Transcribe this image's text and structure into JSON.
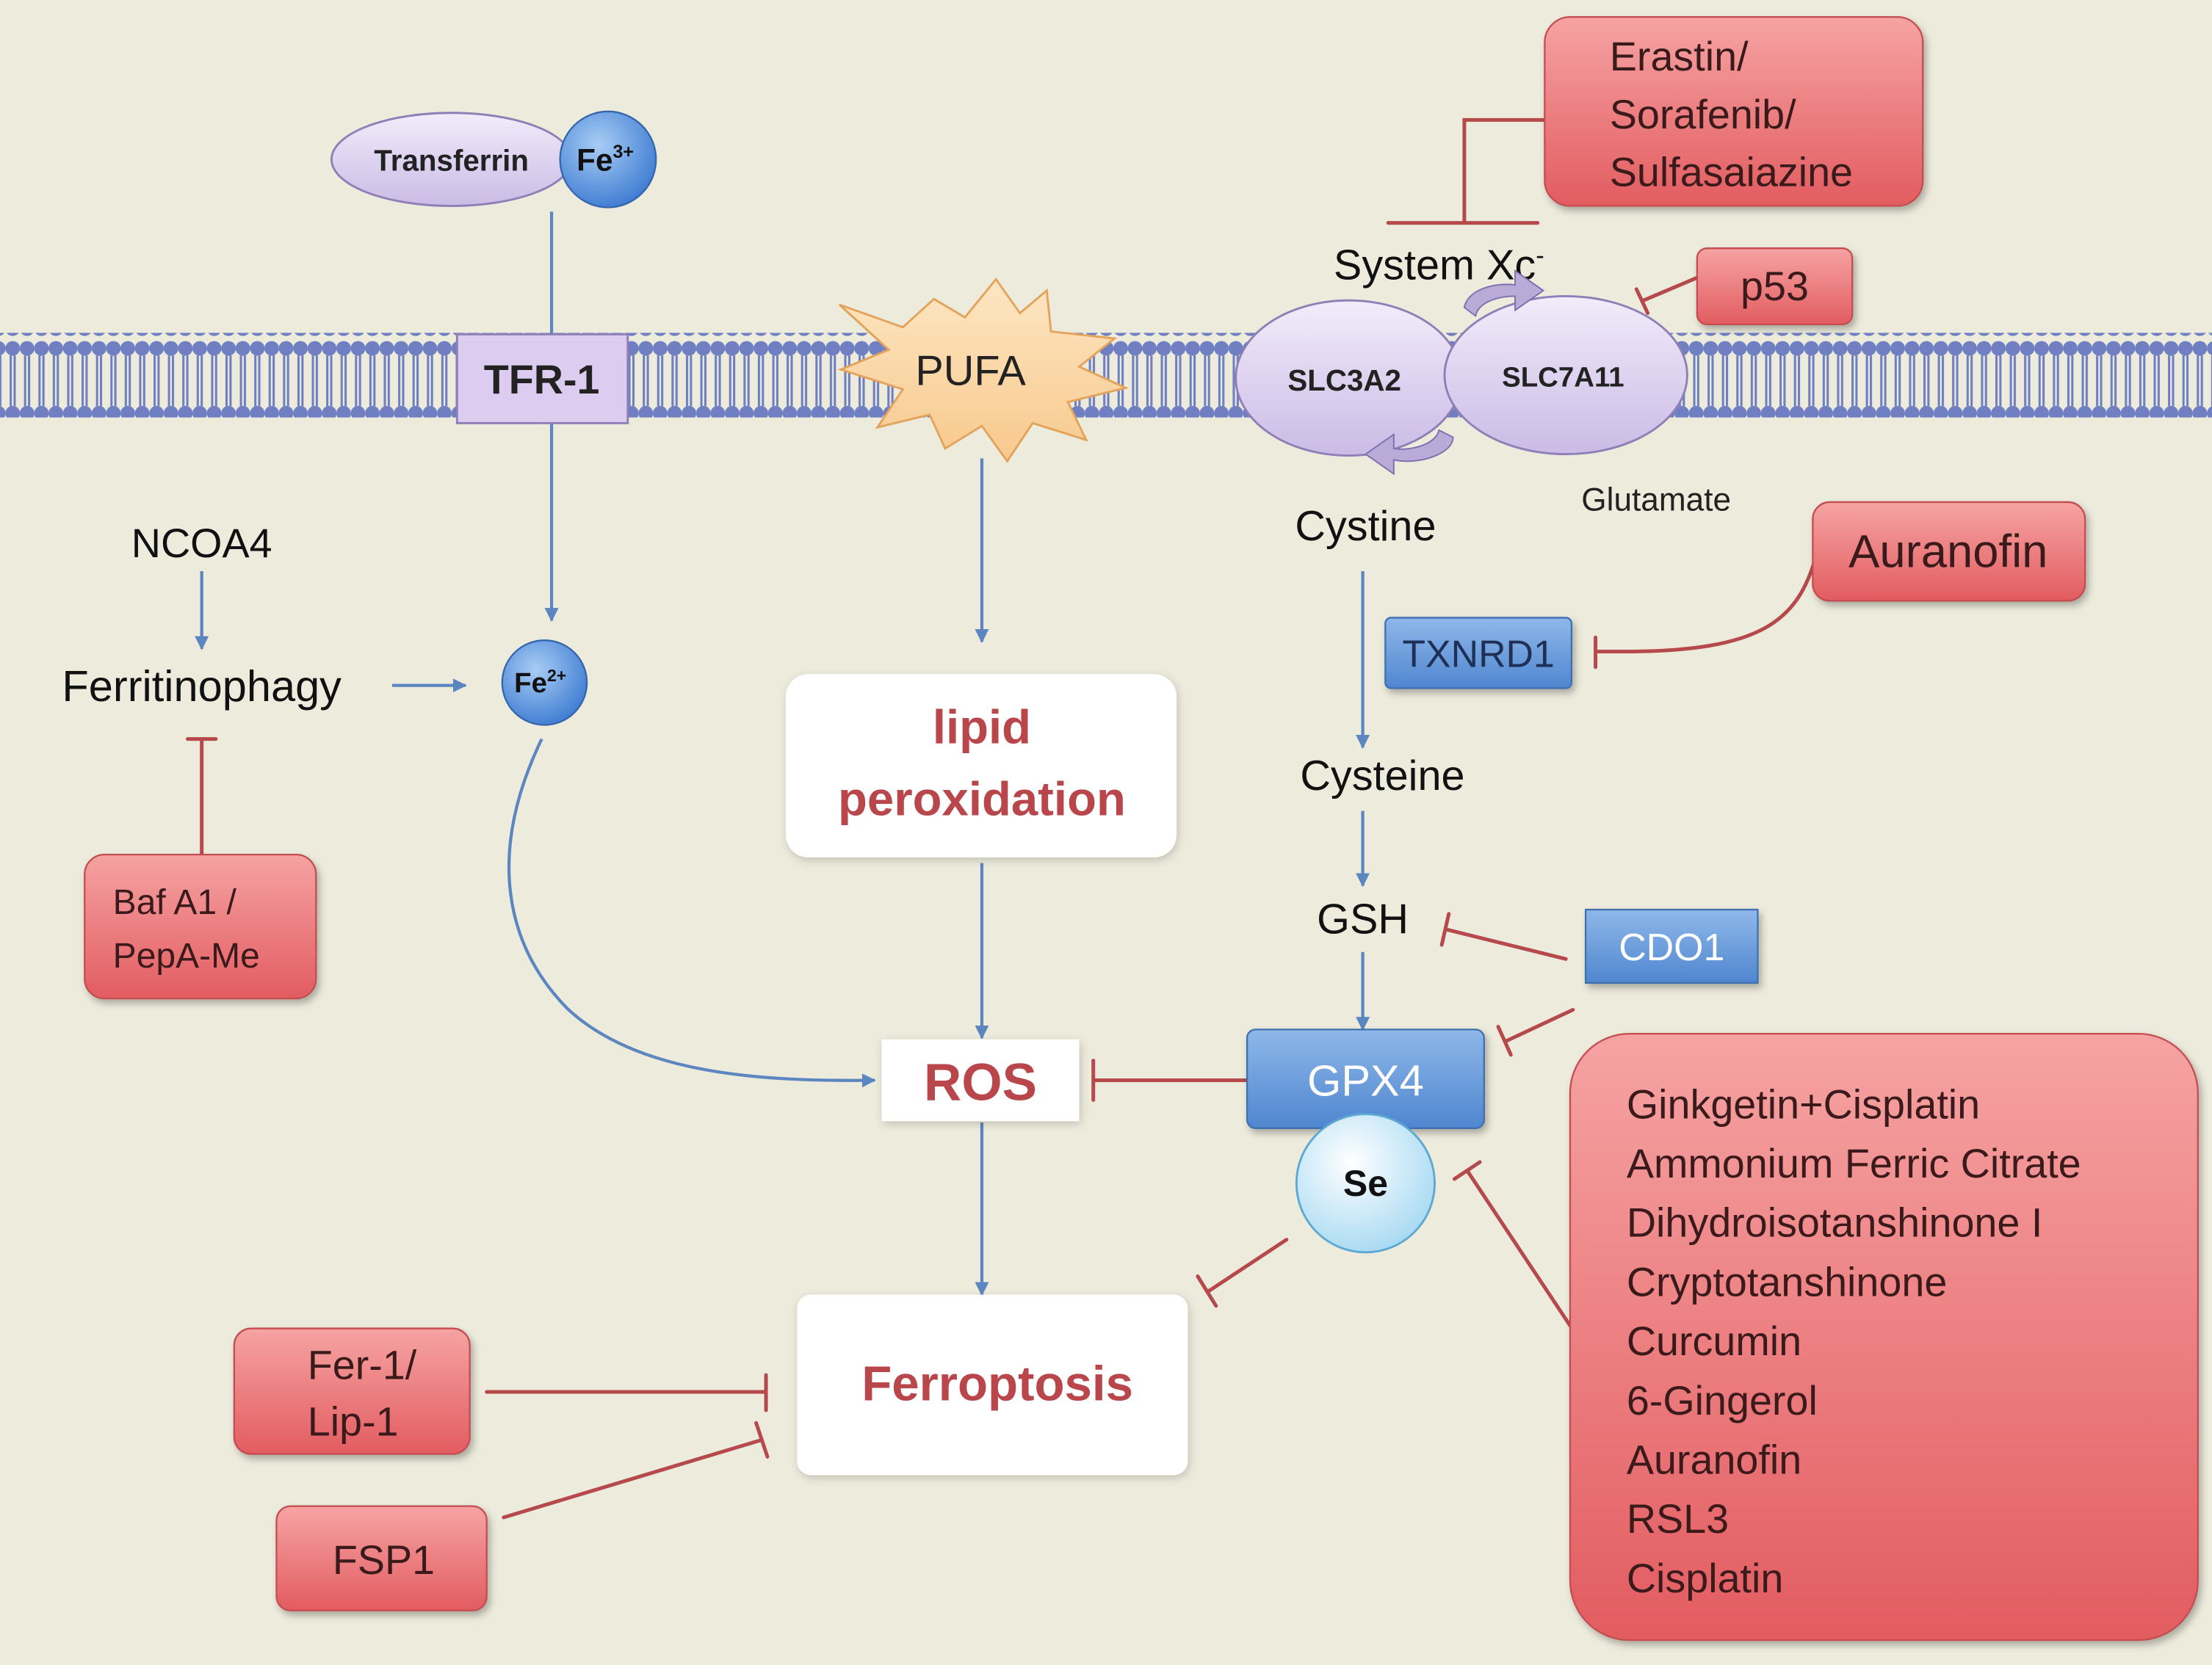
{
  "colors": {
    "background": "#ecebdc",
    "activator_arrow": "#5b86c0",
    "inhibitor_line": "#b6494c",
    "drug_box": "#e9676a",
    "drug_text": "#3a1a1a",
    "highlight_text": "#b8464b",
    "blue_box": "#5e93d6",
    "lavender": "#ddd0ee",
    "membrane": "#6f7fc2"
  },
  "nodes": {
    "transferrin": "Transferrin",
    "fe3_base": "Fe",
    "fe3_sup": "3+",
    "tfr1": "TFR-1",
    "ncoa4": "NCOA4",
    "ferritinophagy": "Ferritinophagy",
    "fe2_base": "Fe",
    "fe2_sup": "2+",
    "pufa": "PUFA",
    "lipid_line1": "lipid",
    "lipid_line2": "peroxidation",
    "ros": "ROS",
    "ferroptosis": "Ferroptosis",
    "system_xc": "System Xc",
    "system_xc_sup": "-",
    "slc3a2": "SLC3A2",
    "slc7a11": "SLC7A11",
    "glutamate": "Glutamate",
    "cystine": "Cystine",
    "txnrd1": "TXNRD1",
    "cysteine": "Cysteine",
    "gsh": "GSH",
    "cdo1": "CDO1",
    "gpx4": "GPX4",
    "se": "Se"
  },
  "drugs": {
    "erastin": [
      "Erastin/",
      "Sorafenib/",
      "Sulfasaiazine"
    ],
    "p53": "p53",
    "auranofin": "Auranofin",
    "bafa1": [
      "Baf A1 /",
      "PepA-Me"
    ],
    "fer1": [
      "Fer-1/",
      "Lip-1"
    ],
    "fsp1": "FSP1",
    "gpx4_inhibitors": [
      "Ginkgetin+Cisplatin",
      "Ammonium Ferric Citrate",
      "Dihydroisotanshinone I",
      "Cryptotanshinone",
      "Curcumin",
      "6-Gingerol",
      "Auranofin",
      "RSL3",
      "Cisplatin"
    ]
  }
}
